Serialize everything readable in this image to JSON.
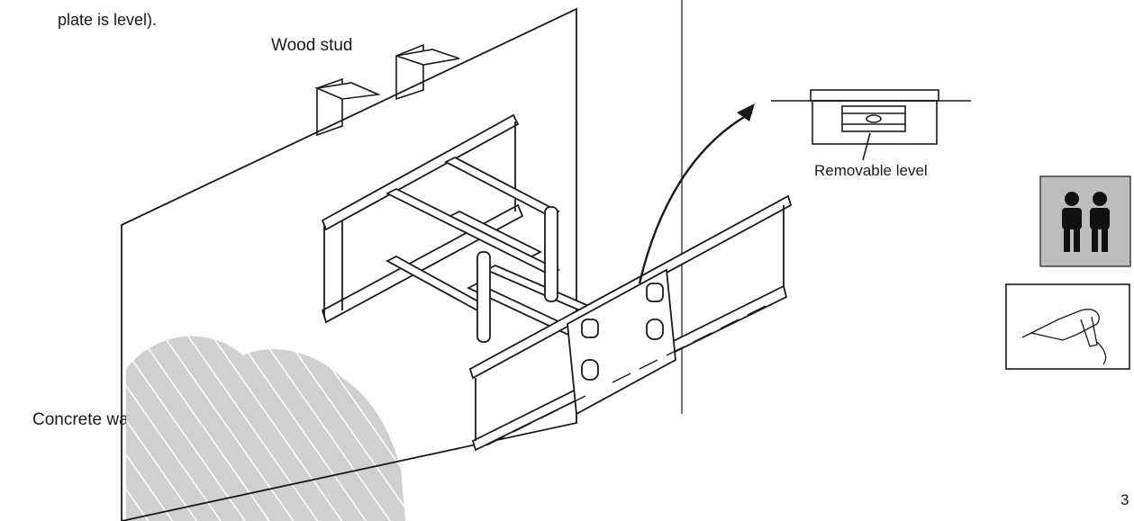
{
  "intro_text": "plate is level).",
  "labels": {
    "wood_stud": "Wood stud",
    "removable_level": "Removable level",
    "concrete_wall": "Concrete wa"
  },
  "page_number": "3",
  "icons": {
    "two_person": "two-person-icon",
    "drill": "drill-icon"
  },
  "colors": {
    "line": "#1a1a1a",
    "hatch_fill": "#d0d0d0",
    "icon_bg": "#bdbdbd"
  }
}
